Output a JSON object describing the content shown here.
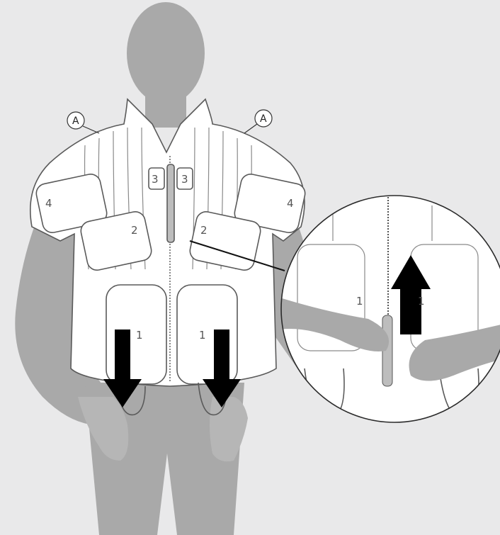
{
  "callouts": {
    "left": "A",
    "right": "A"
  },
  "numbers": {
    "collar_left": "3",
    "collar_right": "3",
    "sleeve_left": "4",
    "sleeve_right": "4",
    "chest_left": "2",
    "chest_right": "2",
    "panel_left": "1",
    "panel_right": "1",
    "detail_panel_left": "1",
    "detail_panel_right": "1"
  },
  "colors": {
    "background": "#e9e9ea",
    "figure": "#a8a8a8",
    "figure_shadow": "#979797",
    "vest_fill": "#ffffff",
    "vest_outline": "#5a5a5a",
    "arrow": "#000000"
  },
  "arrows": {
    "left_direction": "down",
    "right_direction": "down",
    "detail_direction": "up"
  }
}
